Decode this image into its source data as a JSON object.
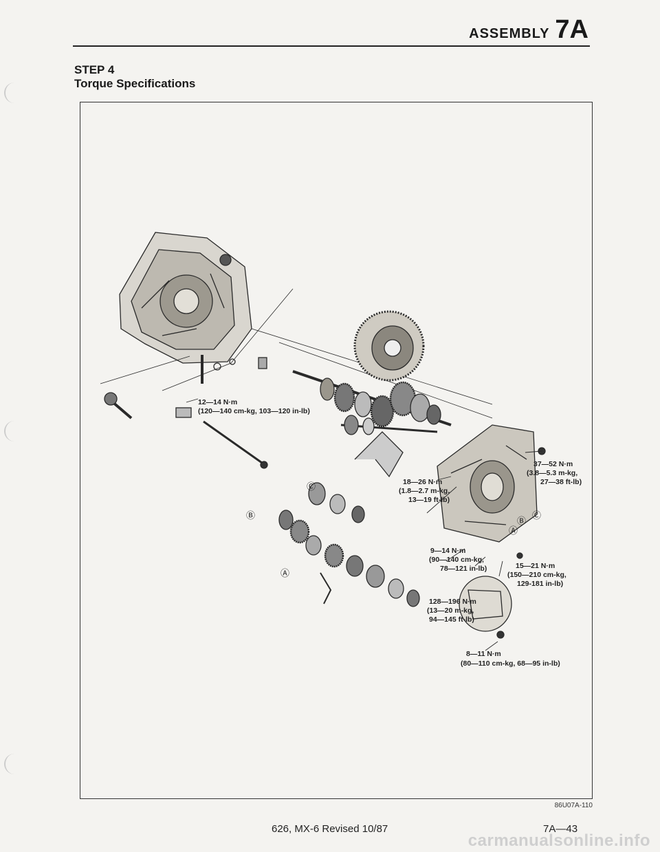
{
  "header": {
    "word": "ASSEMBLY",
    "section": "7A"
  },
  "step": {
    "label": "STEP 4",
    "title": "Torque Specifications"
  },
  "callouts": {
    "c1": [
      "12—14 N·m",
      "(120—140 cm-kg, 103—120 in-lb)"
    ],
    "c2": [
      "37—52 N·m",
      "(3.8—5.3 m-kg,",
      "27—38 ft-lb)"
    ],
    "c3": [
      "18—26 N·m",
      "(1.8—2.7 m-kg,",
      "13—19 ft-lb)"
    ],
    "c4": [
      "9—14 N·m",
      "(90—140 cm-kg,",
      "78—121 in-lb)"
    ],
    "c5": [
      "15—21 N·m",
      "(150—210 cm-kg,",
      "129-181 in-lb)"
    ],
    "c6": [
      "128—196 N·m",
      "(13—20 m-kg,",
      "94—145 ft-lb)"
    ],
    "c7": [
      "8—11 N·m",
      "(80—110 cm-kg, 68—95 in-lb)"
    ]
  },
  "markers": {
    "a": "Ⓐ",
    "b": "Ⓑ",
    "c": "Ⓒ"
  },
  "figure_code": "86U07A-110",
  "footer": {
    "text": "626, MX-6 Revised 10/87",
    "page": "7A—43"
  },
  "watermark": "carmanualsonline.info"
}
